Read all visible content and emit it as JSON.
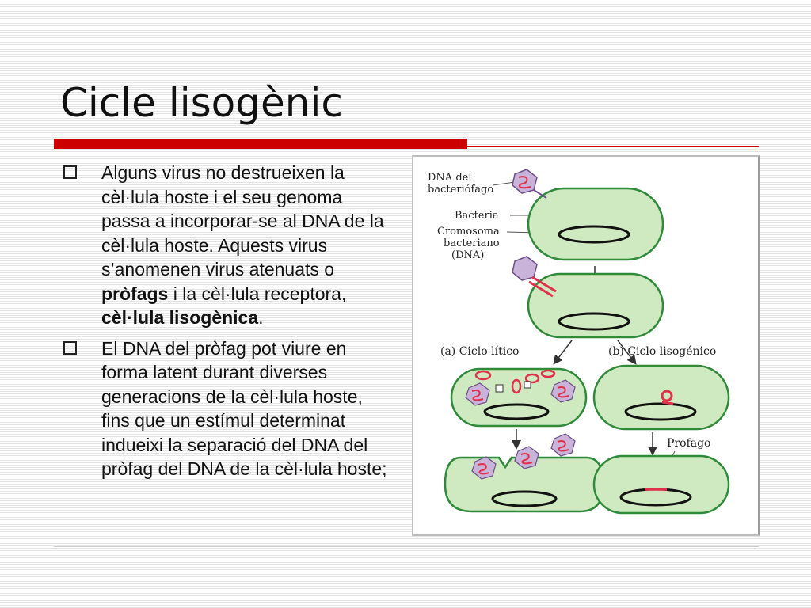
{
  "slide": {
    "title": "Cicle lisogènic",
    "bullets": [
      {
        "parts": [
          {
            "text": "Alguns virus no destrueixen la cèl·lula hoste i el seu genoma passa a incorporar-se al DNA de la cèl·lula hoste. Aquests virus s’anomenen virus atenuats o ",
            "bold": false
          },
          {
            "text": "pròfags",
            "bold": true
          },
          {
            "text": " i la cèl·lula receptora, ",
            "bold": false
          },
          {
            "text": "cèl·lula lisogènica",
            "bold": true
          },
          {
            "text": ".",
            "bold": false
          }
        ]
      },
      {
        "parts": [
          {
            "text": "El DNA del pròfag pot viure en forma latent durant diverses generacions de la cèl·lula hoste, fins que un estímul determinat indueixi la separació del DNA del pròfag del DNA de la cèl·lula hoste;",
            "bold": false
          }
        ]
      }
    ]
  },
  "figure": {
    "labels": {
      "dna_bacteriofago_1": "DNA del",
      "dna_bacteriofago_2": "bacteriófago",
      "bacteria": "Bacteria",
      "cromosoma_1": "Cromosoma",
      "cromosoma_2": "bacteriano",
      "cromosoma_3": "(DNA)",
      "ciclo_litico": "(a) Ciclo lítico",
      "ciclo_lisogenico": "(b) Ciclo lisogénico",
      "profago": "Profago"
    },
    "colors": {
      "cell_fill": "#cfeac0",
      "cell_stroke": "#2f8a3a",
      "phage_fill": "#c9b3d9",
      "dna_red": "#e0304a",
      "accent_red": "#cc0000"
    }
  }
}
